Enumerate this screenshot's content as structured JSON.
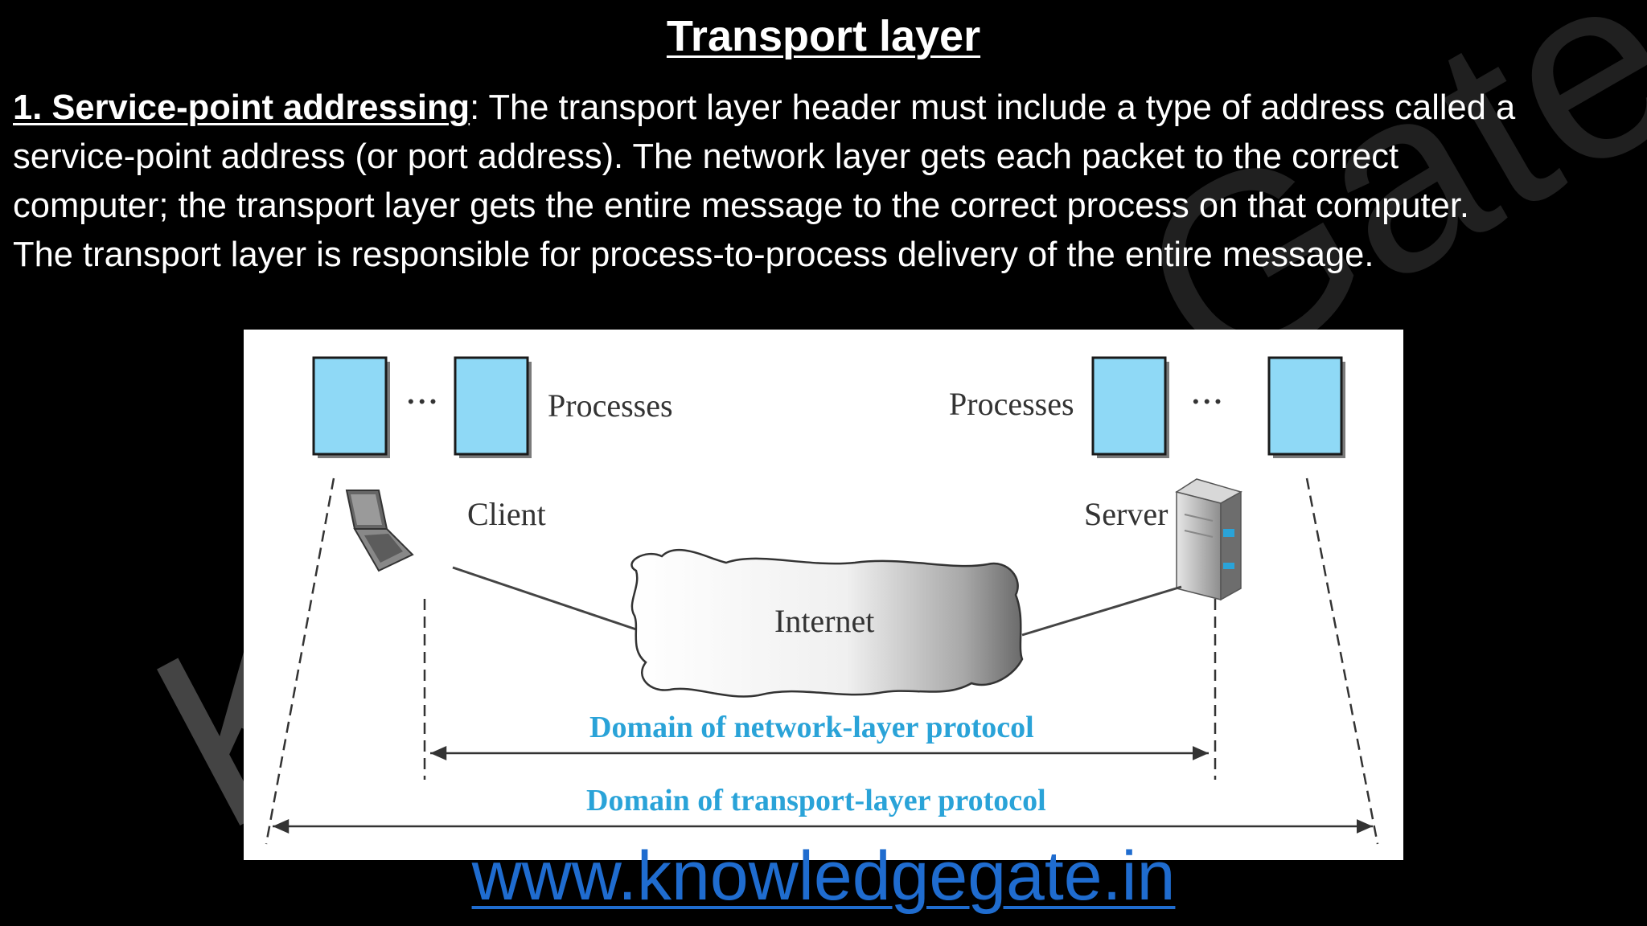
{
  "slide": {
    "title": "Transport layer",
    "lead": "1. Service-point addressing",
    "lines": [
      ": The transport layer header must include a type of address called a",
      "service-point address (or port address). The network layer gets each packet to the correct",
      "computer; the transport layer gets the entire message to the correct process on that computer.",
      "The transport layer is responsible for process-to-process delivery of the entire message."
    ],
    "website": "www.knowledgegate.in"
  },
  "figure": {
    "processes_left": "Processes",
    "processes_right": "Processes",
    "ellipsis_left": "• • •",
    "ellipsis_right": "• • •",
    "client": "Client",
    "server": "Server",
    "internet": "Internet",
    "network_domain": "Domain of network-layer protocol",
    "transport_domain": "Domain of transport-layer protocol"
  },
  "watermark": {
    "gate": "Gate",
    "k": "K"
  },
  "colors": {
    "background": "#000000",
    "process_box": "#8fd9f6",
    "domain_text": "#2aa3d8",
    "website": "#1f6ccf"
  },
  "icons": [
    "laptop-icon",
    "server-tower-icon",
    "cloud-icon"
  ]
}
